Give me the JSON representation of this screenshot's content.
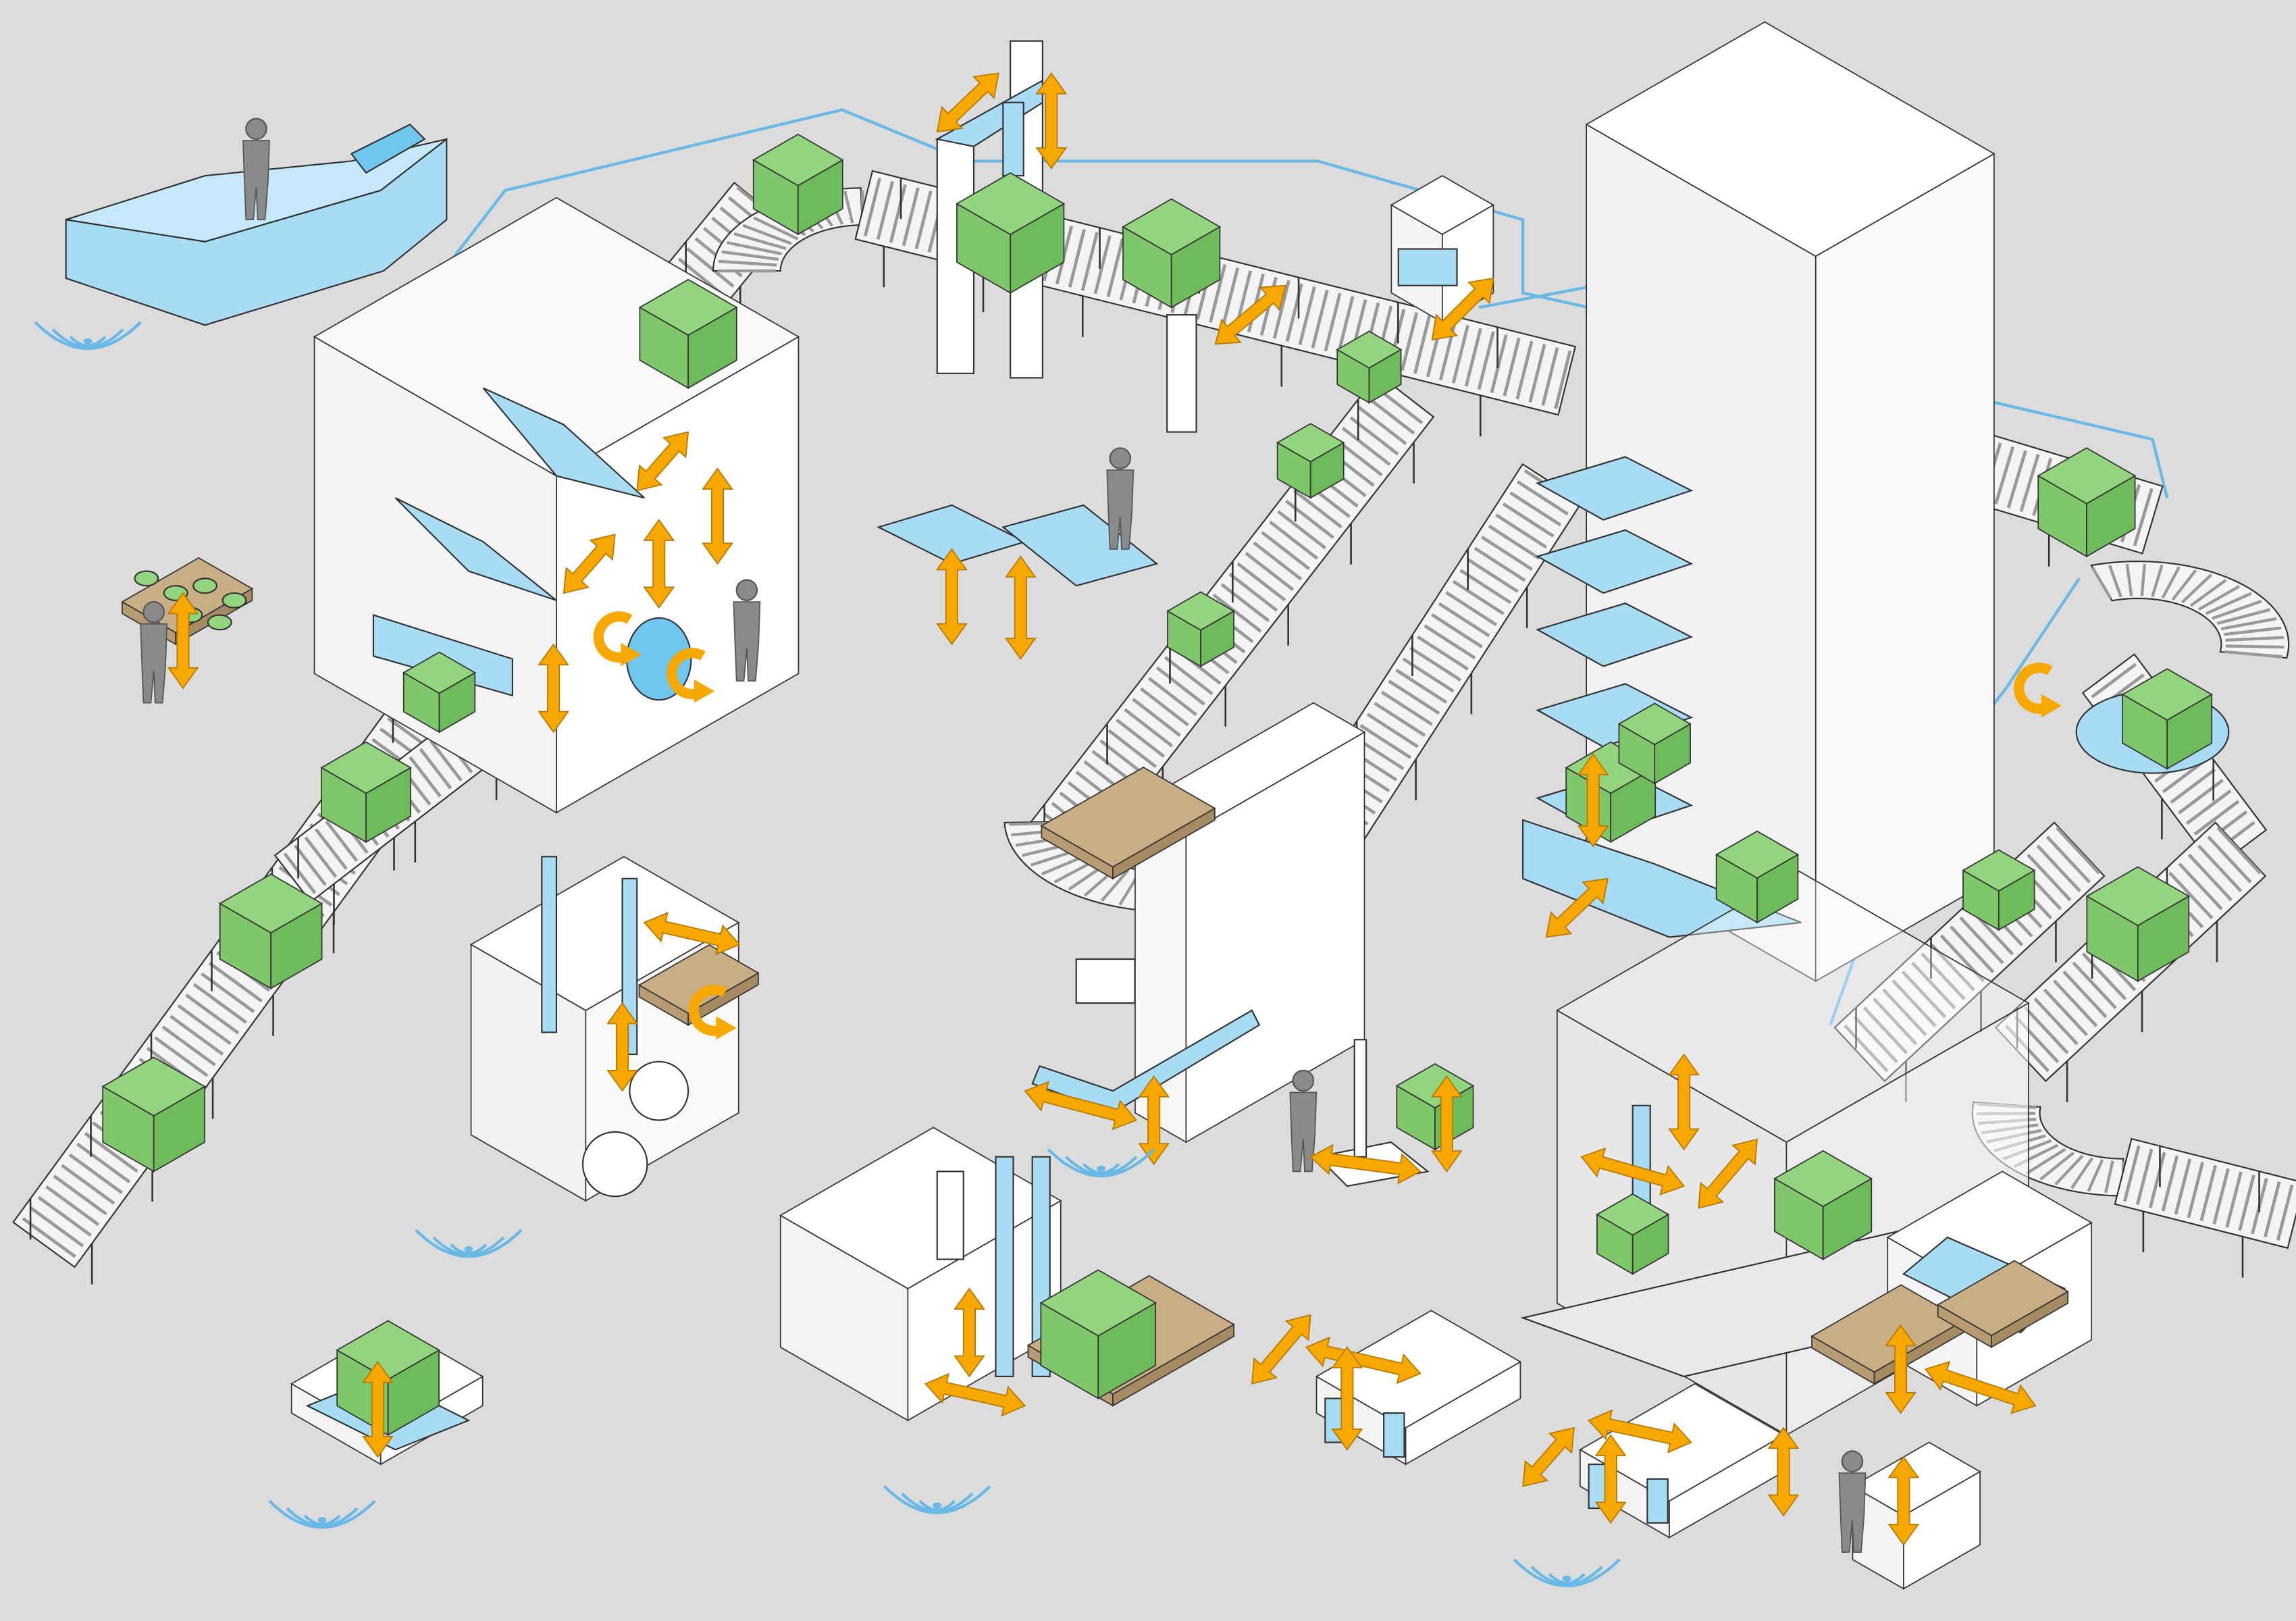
{
  "scene": {
    "colors": {
      "background": "#dcdcdc",
      "box_green": "#93d47e",
      "box_green_dark": "#6dbb5a",
      "box_green_side": "#7fc76a",
      "machine_blue": "#a8dcf5",
      "machine_blue_dark": "#6fc6ef",
      "network_line": "#6ab8e6",
      "arrow_orange": "#f6a800",
      "structure_white": "#ffffff",
      "outline": "#333333",
      "pallet_brown": "#b79c73",
      "person_gray": "#8a8a8a"
    },
    "icons": [
      "wireless-signal-icon",
      "bidirectional-arrow-icon",
      "rotation-arrow-icon",
      "person-icon"
    ],
    "components": [
      "control-desk",
      "packaging-machine",
      "storage-tower",
      "roller-conveyor",
      "forklift-agv",
      "pallet-wrapper",
      "robot-cell",
      "tugger-train",
      "mobile-robot",
      "workbench"
    ]
  }
}
